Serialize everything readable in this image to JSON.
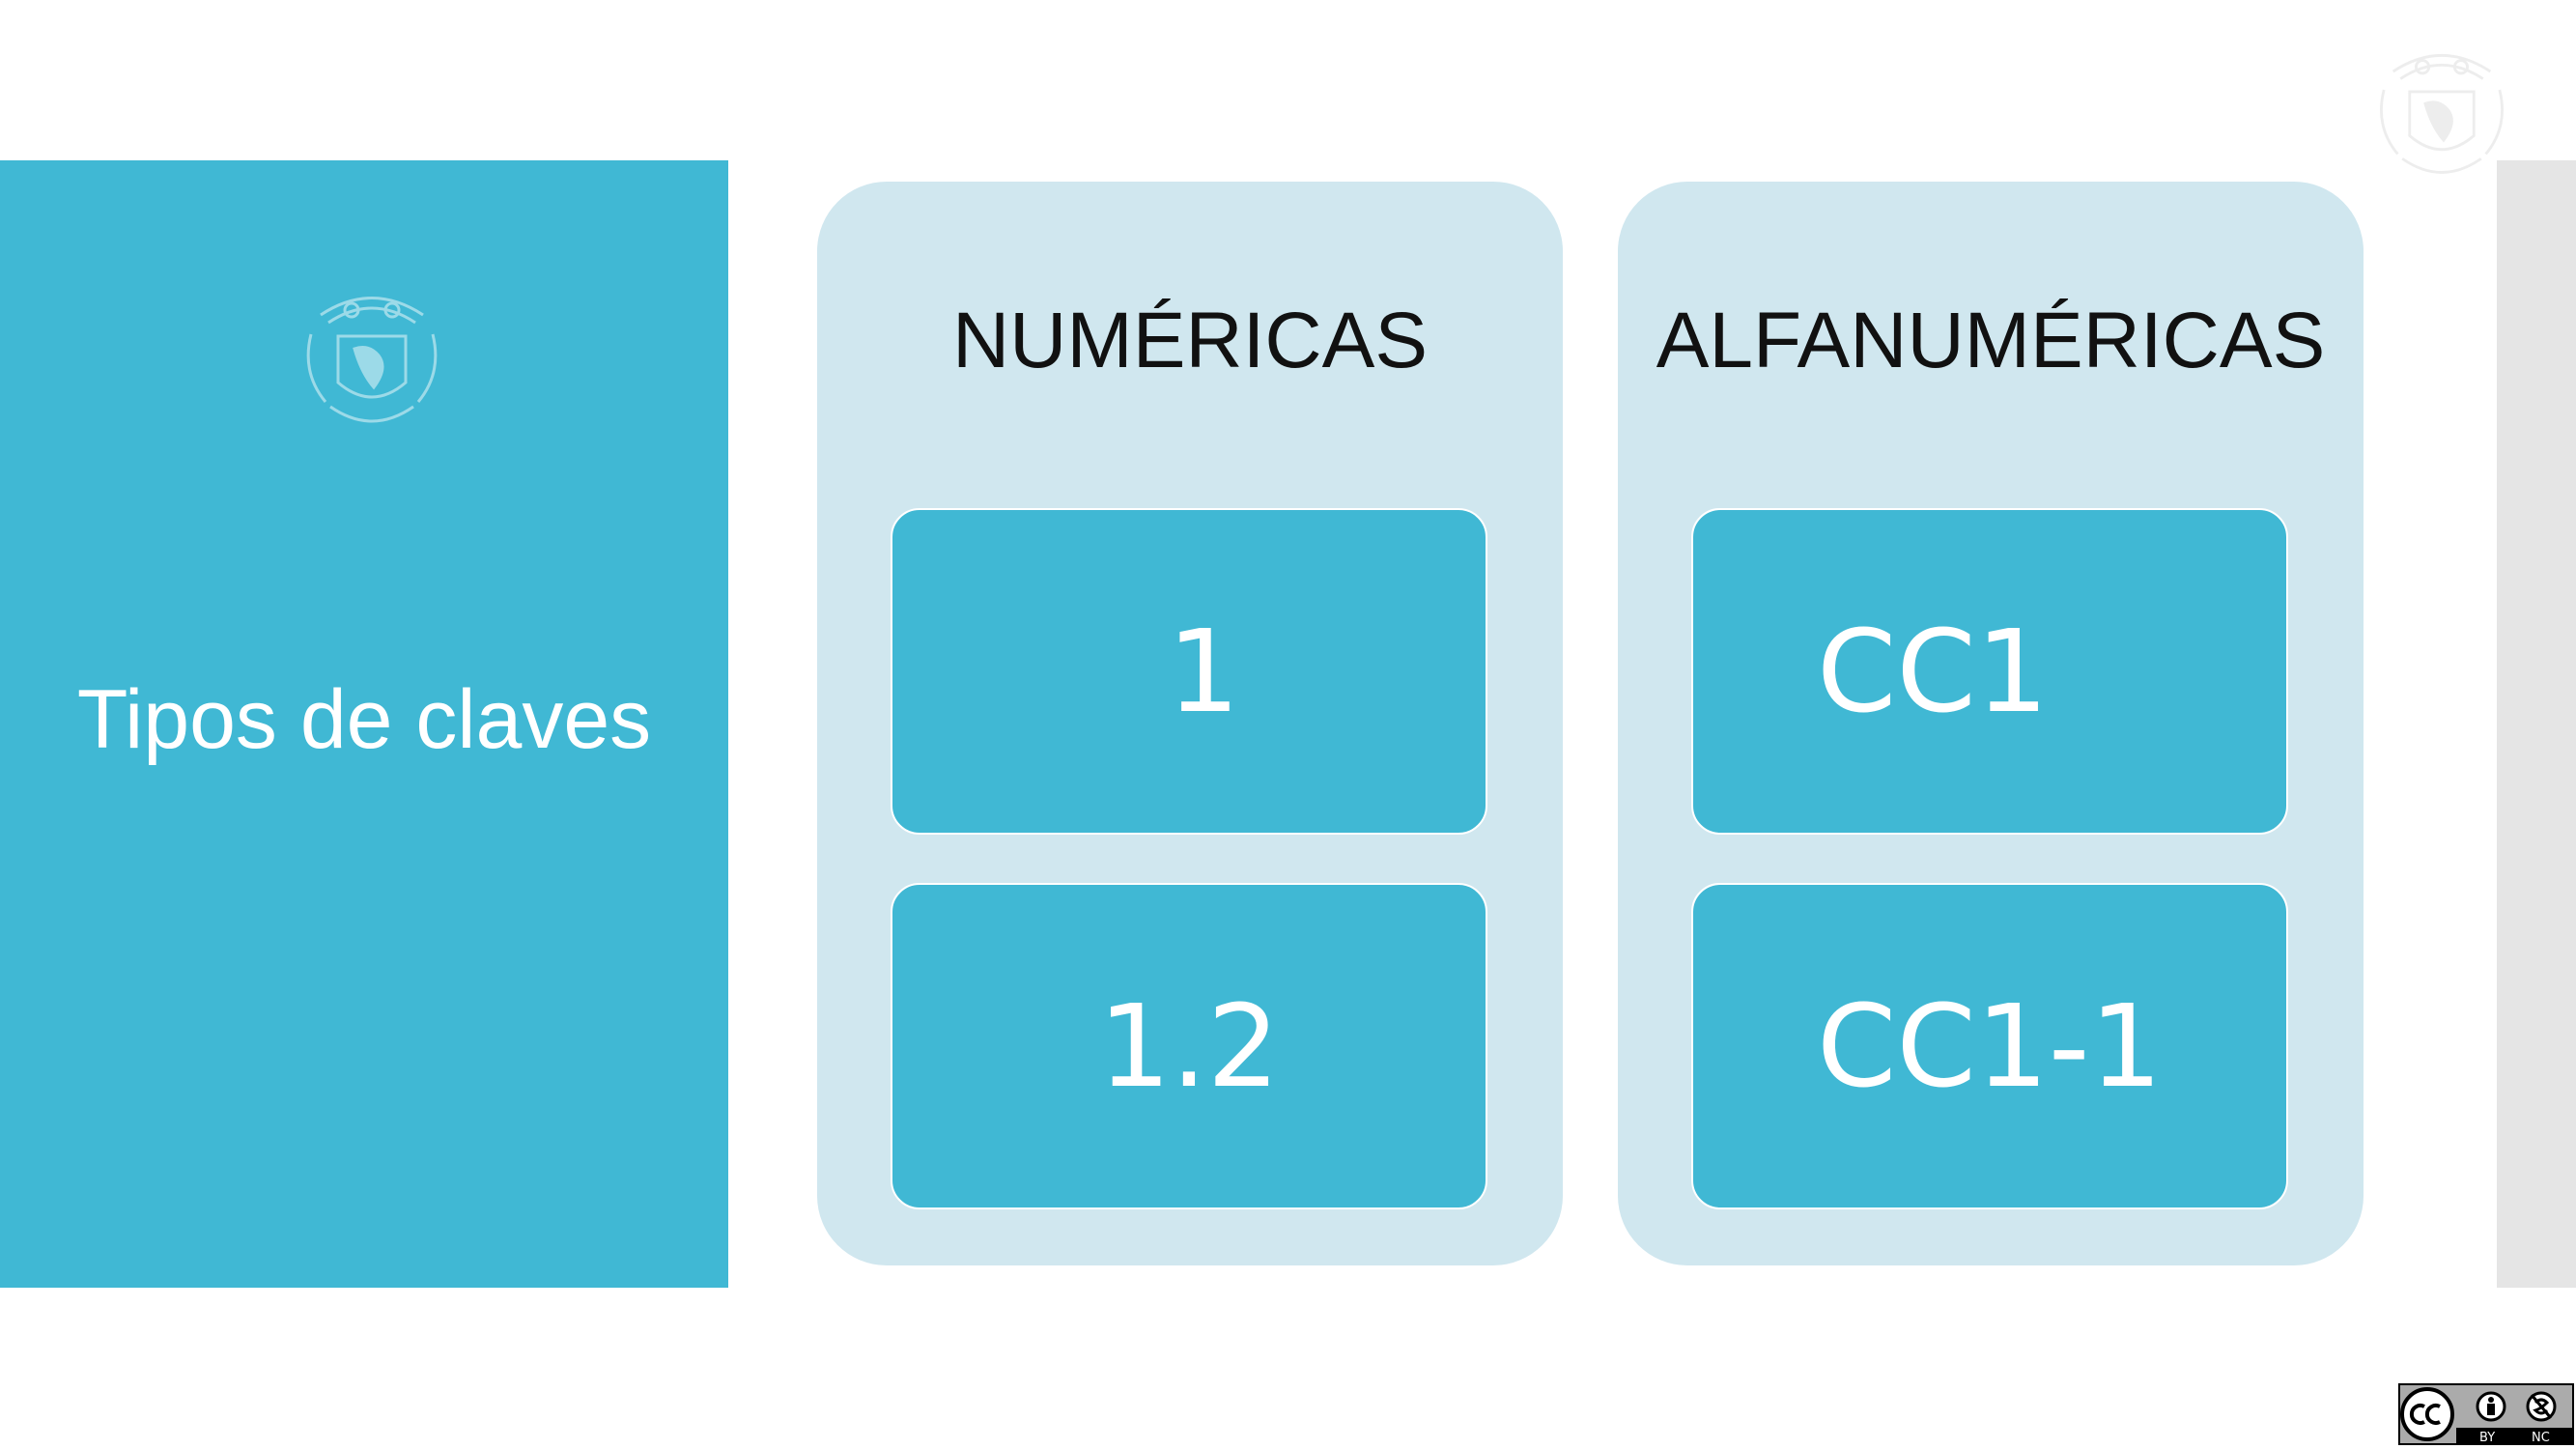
{
  "slide": {
    "title": "Tipos de claves"
  },
  "colors": {
    "accent": "#40b8d4",
    "panel": "#d0e7ef",
    "side_strip": "#e5e5e5",
    "text_dark": "#111111",
    "text_light": "#ffffff"
  },
  "groups": [
    {
      "heading": "NUMÉRICAS",
      "keys": [
        "1",
        "1.2"
      ]
    },
    {
      "heading": "ALFANUMÉRICAS",
      "keys": [
        "CC1",
        "CC1-1"
      ]
    }
  ],
  "icons": {
    "seal": "university-seal-icon",
    "license": "creative-commons-by-nc-icon"
  }
}
